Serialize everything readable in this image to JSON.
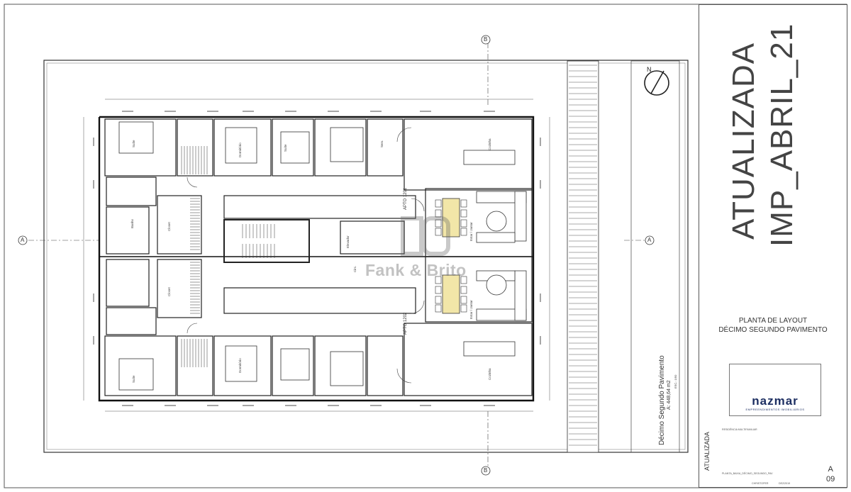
{
  "stamp": {
    "line1": "ATUALIZADA",
    "line2": "IMP_ABRIL_21"
  },
  "title_block": {
    "title_line1": "PLANTA DE LAYOUT",
    "title_line2": "DÉCIMO SEGUNDO PAVIMENTO",
    "logo_name": "nazmar",
    "logo_tagline": "EMPREENDIMENTOS IMOBILIÁRIOS",
    "side_stamp": "ATUALIZADA",
    "project_line": "RESIDÊNCIA MULTIFAMILIAR",
    "file_line": "PLANTA_BAIXA_DÉCIMO_SEGUNDO_PAV",
    "author": "CHRISTOPER",
    "date_line": "DEZ/2019",
    "sheet_letter": "A",
    "sheet_number": "09"
  },
  "drawing": {
    "floor_name": "Décimo Segundo Pavimento",
    "floor_area": "A: 448,64 m2",
    "floor_scale": "ESC.: 1/50",
    "apto_upper": "APTO 1201",
    "apto_lower": "APTO 1202",
    "section_marker": "A",
    "section_marker_b": "B",
    "watermark": "Fank & Brito",
    "rooms": {
      "suite": "Suíte",
      "dormitorio": "Dormitório",
      "banho": "Banho",
      "closet": "Closet",
      "cozinha": "Cozinha",
      "estar": "Estar / Jantar",
      "serv": "Serv.",
      "circ": "Circ.",
      "elevador": "Elevador"
    }
  },
  "colors": {
    "line": "#222222",
    "wall": "#111111",
    "logo_blue": "#1e3f8a",
    "logo_teal": "#2aa5c9",
    "highlight": "#f2e6a8"
  }
}
